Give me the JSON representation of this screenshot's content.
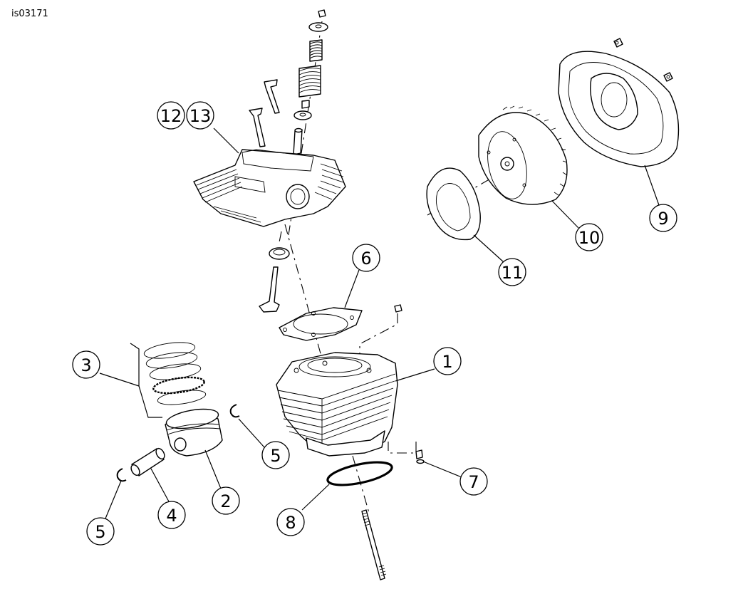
{
  "diagram_id": "is03171",
  "callouts": [
    {
      "label": "12"
    },
    {
      "label": "13"
    },
    {
      "label": "6"
    },
    {
      "label": "3"
    },
    {
      "label": "1"
    },
    {
      "label": "5"
    },
    {
      "label": "2"
    },
    {
      "label": "4"
    },
    {
      "label": "5"
    },
    {
      "label": "8"
    },
    {
      "label": "7"
    },
    {
      "label": "11"
    },
    {
      "label": "10"
    },
    {
      "label": "9"
    }
  ],
  "parts": [
    "cylinder-head",
    "valves",
    "valve-springs",
    "head-gasket",
    "piston-rings",
    "piston",
    "gudgeon-pin",
    "circlips",
    "cylinder-barrel",
    "o-ring",
    "dowels",
    "stud",
    "air-filter-backplate",
    "air-filter-element",
    "air-filter-seal"
  ]
}
